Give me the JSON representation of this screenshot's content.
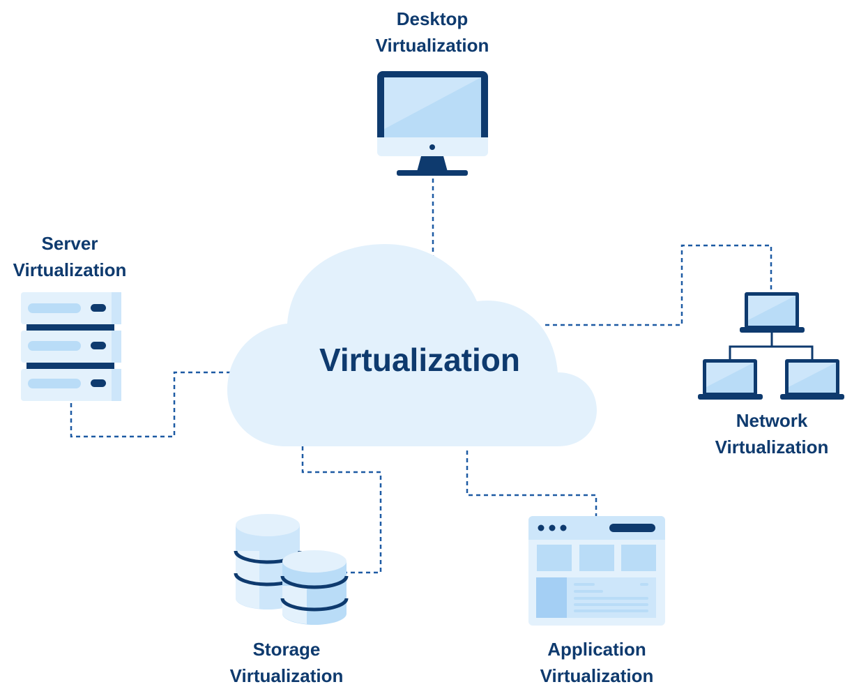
{
  "diagram": {
    "center": {
      "label": "Virtualization"
    },
    "nodes": {
      "desktop": {
        "line1": "Desktop",
        "line2": "Virtualization"
      },
      "server": {
        "line1": "Server",
        "line2": "Virtualization"
      },
      "network": {
        "line1": "Network",
        "line2": "Virtualization"
      },
      "storage": {
        "line1": "Storage",
        "line2": "Virtualization"
      },
      "application": {
        "line1": "Application",
        "line2": "Virtualization"
      }
    }
  },
  "colors": {
    "dark_navy": "#0e3a6e",
    "mid_blue": "#2f6fb5",
    "light_blue": "#b9dcf7",
    "pale_blue": "#e3f1fc",
    "connector": "#1d5aa3"
  },
  "icons": [
    "cloud-icon",
    "monitor-icon",
    "server-rack-icon",
    "network-icon",
    "database-icon",
    "browser-window-icon"
  ]
}
